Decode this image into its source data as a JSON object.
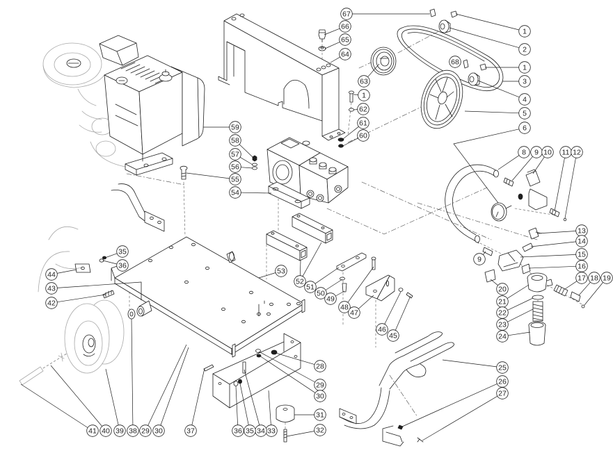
{
  "diagram": {
    "callouts": [
      {
        "label": "67"
      },
      {
        "label": "66"
      },
      {
        "label": "65"
      },
      {
        "label": "64"
      },
      {
        "label": "63"
      },
      {
        "label": "1"
      },
      {
        "label": "62"
      },
      {
        "label": "61"
      },
      {
        "label": "60"
      },
      {
        "label": "1"
      },
      {
        "label": "2"
      },
      {
        "label": "68"
      },
      {
        "label": "1"
      },
      {
        "label": "3"
      },
      {
        "label": "4"
      },
      {
        "label": "5"
      },
      {
        "label": "6"
      },
      {
        "label": "8"
      },
      {
        "label": "9"
      },
      {
        "label": "10"
      },
      {
        "label": "11"
      },
      {
        "label": "12"
      },
      {
        "label": "13"
      },
      {
        "label": "14"
      },
      {
        "label": "15"
      },
      {
        "label": "16"
      },
      {
        "label": "17"
      },
      {
        "label": "18"
      },
      {
        "label": "19"
      },
      {
        "label": "9"
      },
      {
        "label": "20"
      },
      {
        "label": "21"
      },
      {
        "label": "22"
      },
      {
        "label": "23"
      },
      {
        "label": "24"
      },
      {
        "label": "25"
      },
      {
        "label": "26"
      },
      {
        "label": "27"
      },
      {
        "label": "28"
      },
      {
        "label": "29"
      },
      {
        "label": "30"
      },
      {
        "label": "31"
      },
      {
        "label": "32"
      },
      {
        "label": "33"
      },
      {
        "label": "34"
      },
      {
        "label": "35"
      },
      {
        "label": "36"
      },
      {
        "label": "41"
      },
      {
        "label": "40"
      },
      {
        "label": "39"
      },
      {
        "label": "38"
      },
      {
        "label": "29"
      },
      {
        "label": "30"
      },
      {
        "label": "37"
      },
      {
        "label": "35"
      },
      {
        "label": "36"
      },
      {
        "label": "44"
      },
      {
        "label": "43"
      },
      {
        "label": "42"
      },
      {
        "label": "53"
      },
      {
        "label": "52"
      },
      {
        "label": "51"
      },
      {
        "label": "50"
      },
      {
        "label": "49"
      },
      {
        "label": "48"
      },
      {
        "label": "47"
      },
      {
        "label": "46"
      },
      {
        "label": "45"
      },
      {
        "label": "59"
      },
      {
        "label": "58"
      },
      {
        "label": "57"
      },
      {
        "label": "56"
      },
      {
        "label": "55"
      },
      {
        "label": "54"
      }
    ]
  }
}
